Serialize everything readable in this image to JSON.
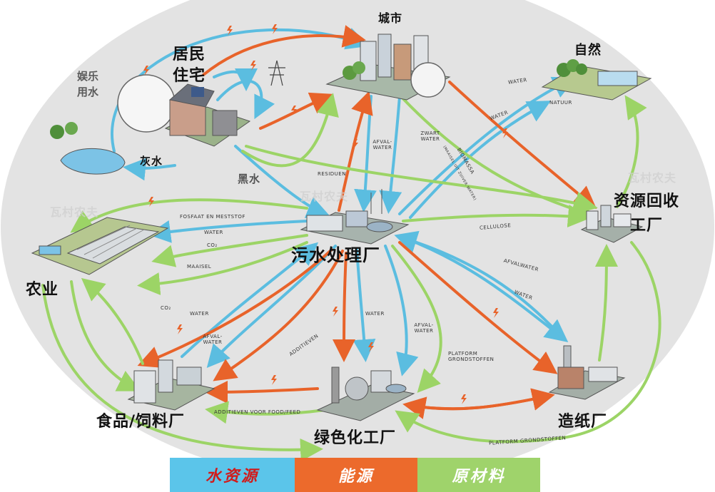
{
  "colors": {
    "water": "#5bbde0",
    "energy": "#e8632a",
    "material": "#9cd466",
    "background_ellipse": "#e3e3e3"
  },
  "nodes": {
    "city": "城市",
    "nature": "自然",
    "residential_line1": "居民",
    "residential_line2": "住宅",
    "recreation_line1": "娱乐",
    "recreation_line2": "用水",
    "greywater": "灰水",
    "blackwater": "黑水",
    "recycling_line1": "资源回收",
    "recycling_line2": "工厂",
    "wastewater_plant": "污水处理厂",
    "agriculture": "农业",
    "food_feed": "食品/饲料厂",
    "green_chem": "绿色化工厂",
    "paper": "造纸厂"
  },
  "flows": {
    "water1": "WATER",
    "water2": "WATER",
    "natuur": "NATUUR",
    "afvalwater_city": "AFVAL-WATER",
    "zwart_water": "ZWART WATER",
    "biomassa": "BIOMASSA",
    "biomassa_sub": "(MAAISEL UIT ZUIVER WATER)",
    "residuen": "RESIDUEN",
    "fosfaat": "FOSFAAT EN MESTSTOF",
    "water_agri": "WATER",
    "co2_agri": "CO₂",
    "maaisel": "MAAISEL",
    "cellulose": "CELLULOSE",
    "afvalwater_paper": "AFVALWATER",
    "water_paper": "WATER",
    "co2_food": "CO₂",
    "water_food": "WATER",
    "afvalwater_food": "AFVAL-WATER",
    "additieven": "ADDITIEVEN",
    "water_chem": "WATER",
    "afvalwater_chem": "AFVAL-WATER",
    "platform": "PLATFORM GRONDSTOFFEN",
    "additieven_food": "ADDITIEVEN VOOR FOOD/FEED",
    "platform_bottom": "PLATFORM GRONDSTOFFEN"
  },
  "watermark": "瓦村农夫",
  "legend": {
    "water": "水资源",
    "energy": "能源",
    "material": "原材料"
  }
}
